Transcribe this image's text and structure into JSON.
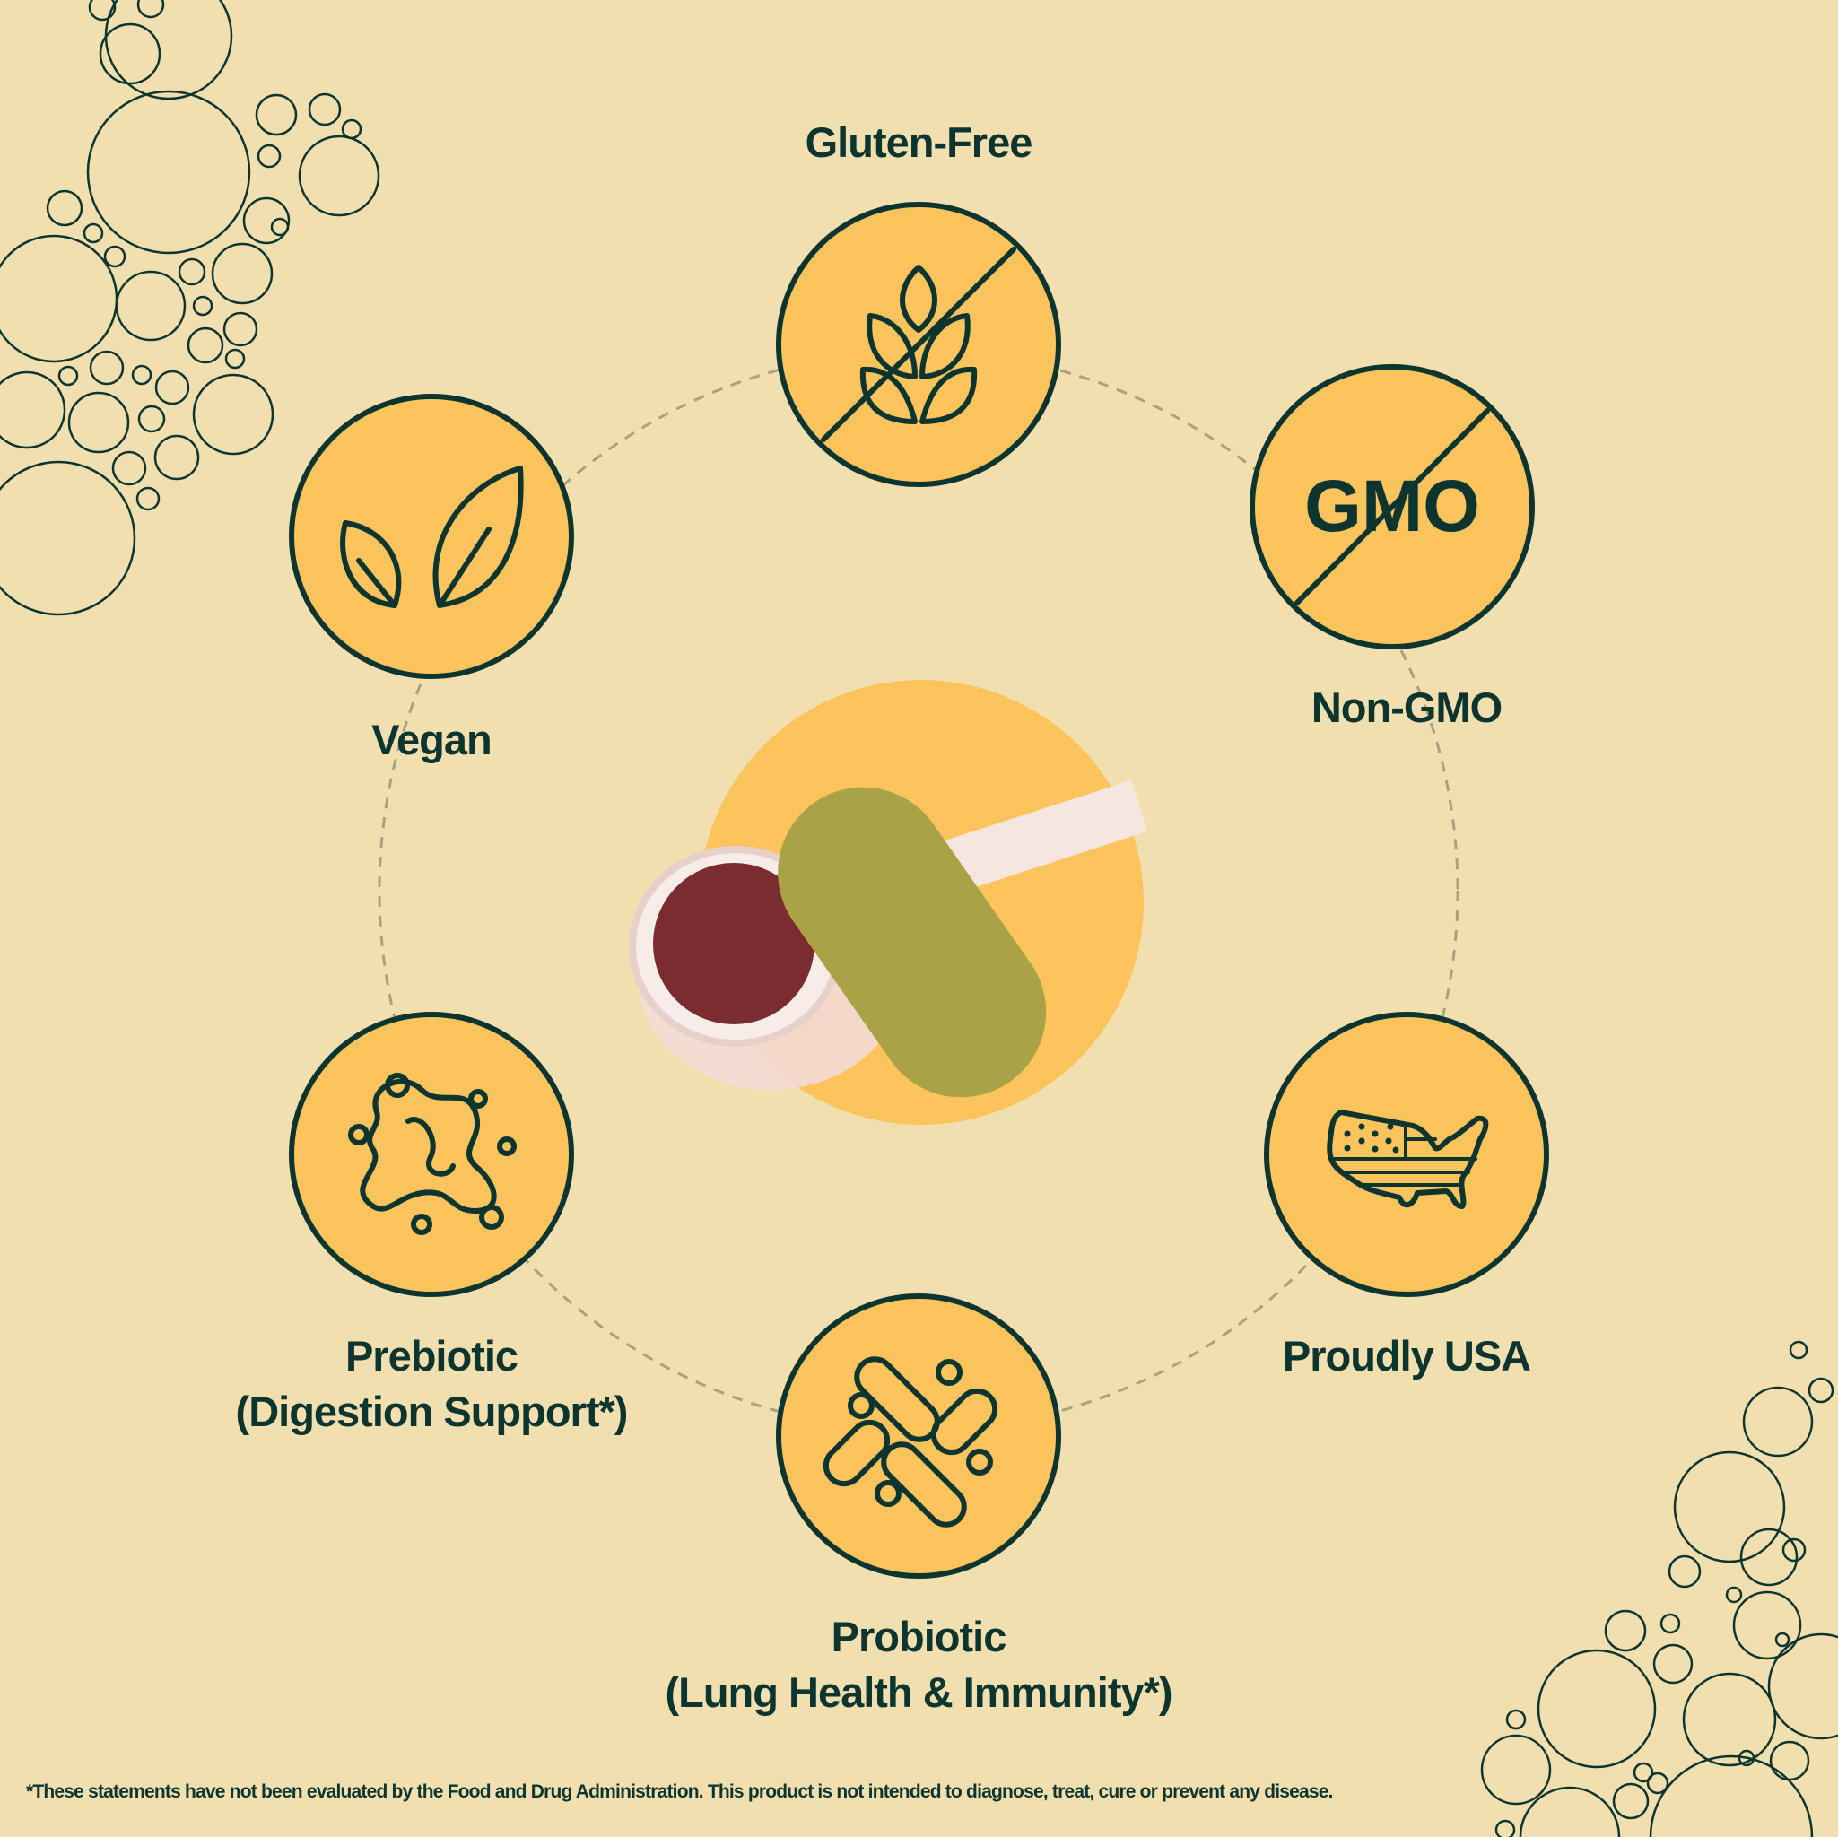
{
  "colors": {
    "background": "#F2DFAF",
    "badge": "#FDC45E",
    "ink": "#0D3530",
    "dash": "#A9A27E"
  },
  "badges": [
    {
      "icon": "wheat-crossed-icon",
      "label": "Gluten-Free"
    },
    {
      "icon": "gmo-crossed-icon",
      "label": "Non-GMO",
      "icon_text": "GMO"
    },
    {
      "icon": "leaves-icon",
      "label": "Vegan"
    },
    {
      "icon": "prebiotic-fiber-icon",
      "label": "Prebiotic",
      "sublabel": "(Digestion Support*)"
    },
    {
      "icon": "probiotic-bacteria-icon",
      "label": "Probiotic",
      "sublabel": "(Lung Health & Immunity*)"
    },
    {
      "icon": "usa-flag-map-icon",
      "label": "Proudly USA"
    }
  ],
  "footnote": "*These statements have not been evaluated by the Food and Drug Administration. This product is not intended to diagnose, treat, cure or prevent any disease."
}
